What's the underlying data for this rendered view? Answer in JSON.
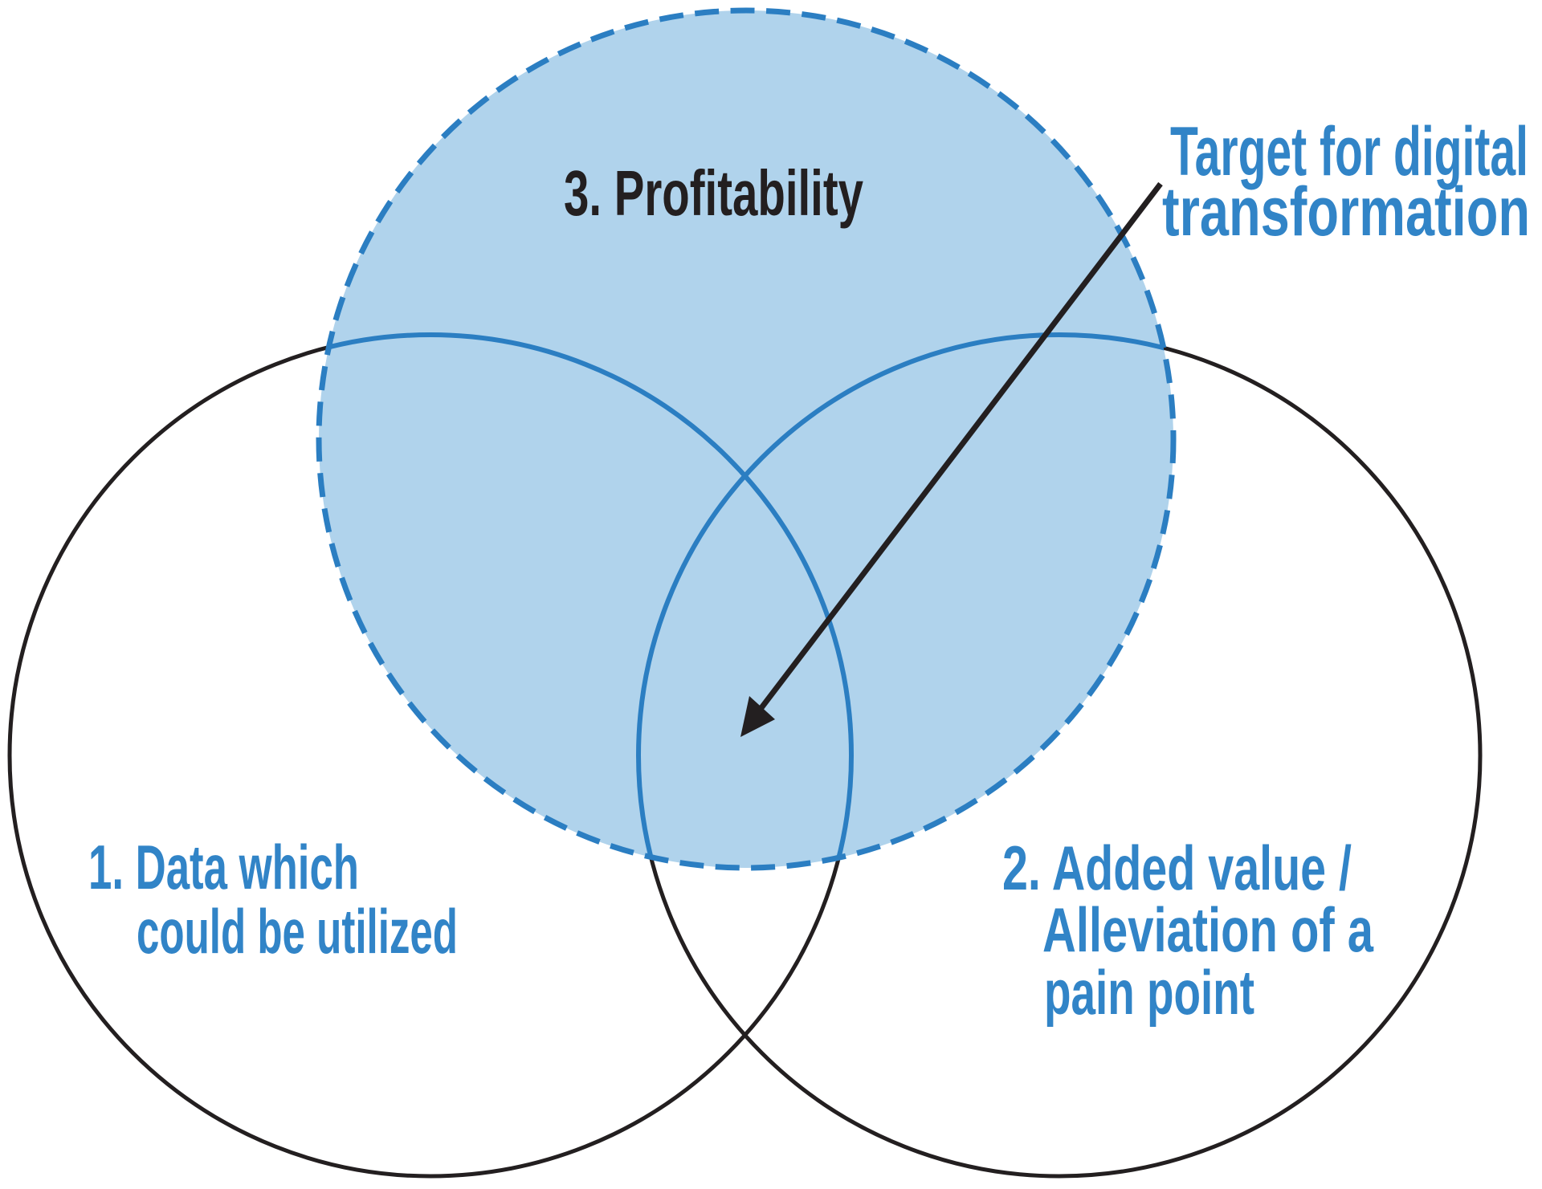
{
  "figure": {
    "background_color": "#ffffff",
    "colors": {
      "profitability_fill": "#b0d3ec",
      "blue_stroke": "#2b7ec2",
      "blue_text": "#3184c7",
      "black": "#231f20"
    },
    "circles": [
      {
        "id": "data",
        "outline_style": "solid black",
        "label_lines": [
          "1. Data which",
          "could be utilized"
        ]
      },
      {
        "id": "added-value",
        "outline_style": "solid black",
        "label_lines": [
          "2. Added value /",
          "Alleviation of a",
          "pain point"
        ]
      },
      {
        "id": "profitability",
        "outline_style": "dashed blue",
        "fill_color": "#b0d3ec",
        "label_lines": [
          "3. Profitability"
        ]
      }
    ],
    "annotation": {
      "label_lines": [
        "Target for digital",
        "transformation"
      ]
    }
  }
}
